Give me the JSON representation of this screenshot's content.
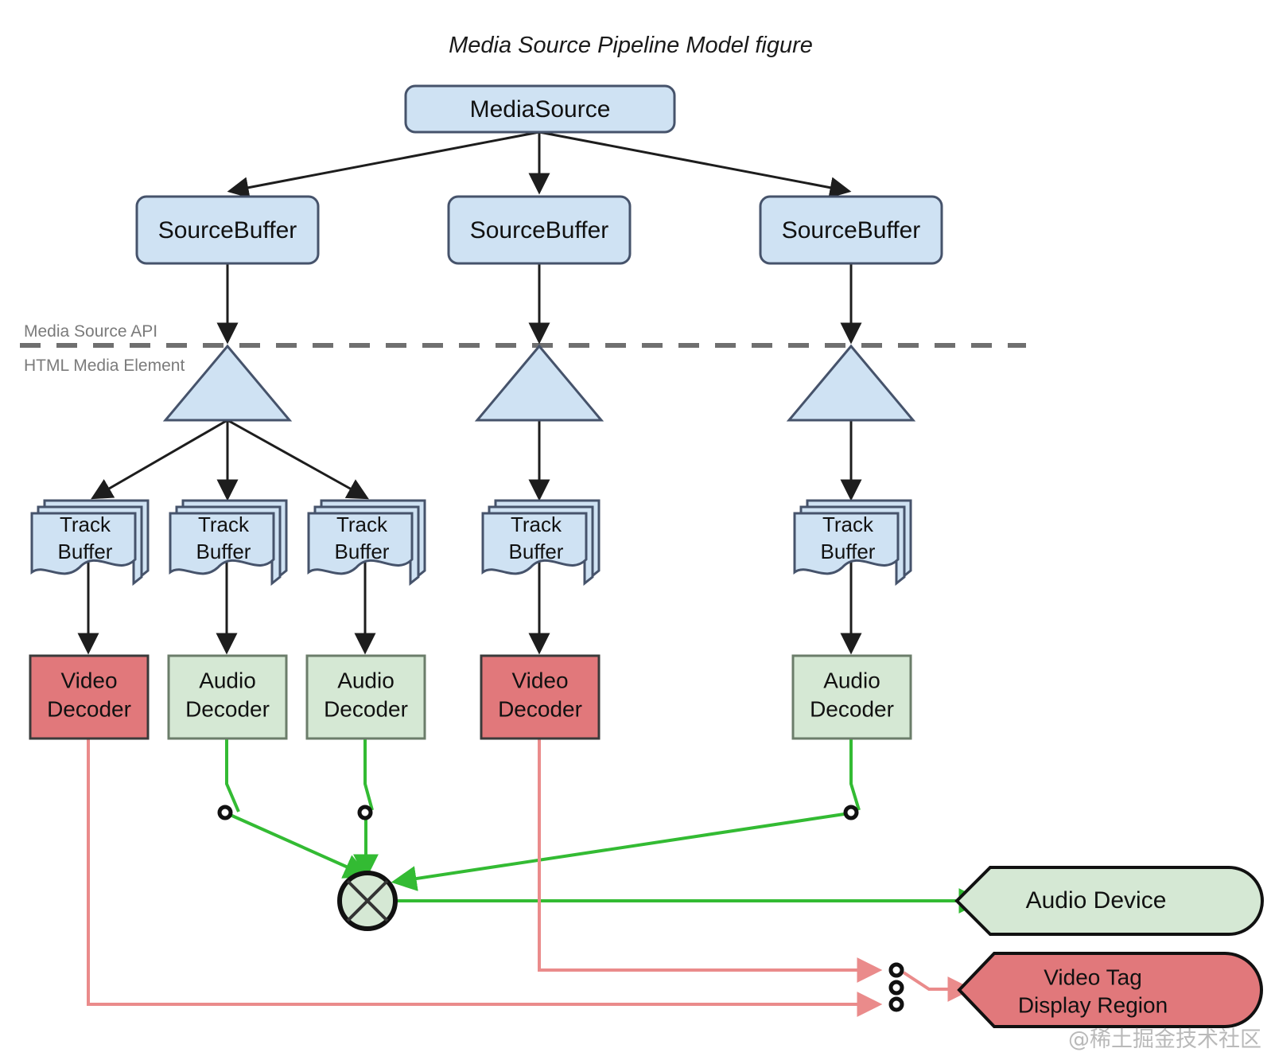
{
  "figure": {
    "title": "Media Source Pipeline Model figure",
    "watermark": "@稀土掘金技术社区",
    "boundary": {
      "above_label": "Media Source API",
      "below_label": "HTML Media Element"
    }
  },
  "colors": {
    "blue_fill": "#cfe2f3",
    "blue_stroke": "#46536b",
    "green_fill": "#d5e8d4",
    "green_stroke": "#6b7d6a",
    "red_fill": "#e1787b",
    "red_stroke": "#3a3a3a",
    "arrow_black": "#1d1d1d",
    "arrow_green": "#33bb33",
    "arrow_red": "#ea8b8b",
    "boundary_dash": "#6f6f6f",
    "label_gray": "#7b7b7b"
  },
  "nodes": {
    "media_source": {
      "label": "MediaSource",
      "shape": "rounded-rect"
    },
    "source_buffers": [
      {
        "label": "SourceBuffer",
        "shape": "rounded-rect"
      },
      {
        "label": "SourceBuffer",
        "shape": "rounded-rect"
      },
      {
        "label": "SourceBuffer",
        "shape": "rounded-rect"
      }
    ],
    "demuxers": [
      {
        "label": "",
        "shape": "triangle"
      },
      {
        "label": "",
        "shape": "triangle"
      },
      {
        "label": "",
        "shape": "triangle"
      }
    ],
    "track_buffers": [
      {
        "line1": "Track",
        "line2": "Buffer",
        "shape": "stacked-document"
      },
      {
        "line1": "Track",
        "line2": "Buffer",
        "shape": "stacked-document"
      },
      {
        "line1": "Track",
        "line2": "Buffer",
        "shape": "stacked-document"
      },
      {
        "line1": "Track",
        "line2": "Buffer",
        "shape": "stacked-document"
      },
      {
        "line1": "Track",
        "line2": "Buffer",
        "shape": "stacked-document"
      }
    ],
    "decoders": [
      {
        "line1": "Video",
        "line2": "Decoder",
        "kind": "video",
        "shape": "rect"
      },
      {
        "line1": "Audio",
        "line2": "Decoder",
        "kind": "audio",
        "shape": "rect"
      },
      {
        "line1": "Audio",
        "line2": "Decoder",
        "kind": "audio",
        "shape": "rect"
      },
      {
        "line1": "Video",
        "line2": "Decoder",
        "kind": "video",
        "shape": "rect"
      },
      {
        "line1": "Audio",
        "line2": "Decoder",
        "kind": "audio",
        "shape": "rect"
      }
    ],
    "mixer": {
      "label": "",
      "shape": "circle-cross"
    },
    "outputs": [
      {
        "line1": "Audio Device",
        "line2": "",
        "kind": "audio",
        "shape": "flag"
      },
      {
        "line1": "Video Tag",
        "line2": "Display Region",
        "kind": "video",
        "shape": "flag"
      }
    ]
  },
  "switches": {
    "audio": [
      {
        "name": "audio-switch-1"
      },
      {
        "name": "audio-switch-2"
      },
      {
        "name": "audio-switch-3"
      }
    ],
    "video": [
      {
        "name": "video-switch-contact-top"
      },
      {
        "name": "video-switch-contact-middle"
      },
      {
        "name": "video-switch-contact-bottom"
      }
    ]
  }
}
